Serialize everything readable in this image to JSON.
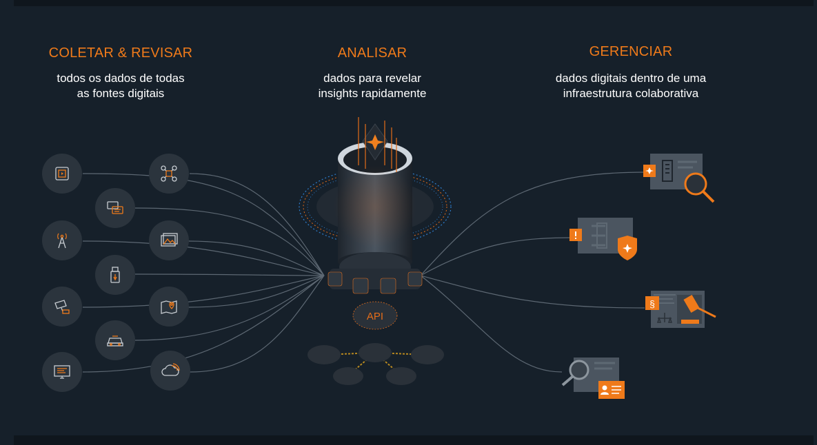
{
  "columns": [
    {
      "title": "COLETAR & REVISAR",
      "line1": "todos os dados de todas",
      "line2": "as fontes digitais"
    },
    {
      "title": "ANALISAR",
      "line1": "dados para revelar",
      "line2": "insights rapidamente"
    },
    {
      "title": "GERENCIAR",
      "line1": "dados digitais dentro de uma",
      "line2": "infraestrutura colaborativa"
    }
  ],
  "hub": {
    "api_label": "API"
  },
  "sources": [
    "mobile-video-icon",
    "drone-icon",
    "chat-messages-icon",
    "radio-tower-icon",
    "image-gallery-icon",
    "usb-drive-icon",
    "cctv-camera-icon",
    "map-location-icon",
    "vehicle-icon",
    "computer-monitor-icon",
    "cloud-icon"
  ],
  "outputs": [
    "investigation-search-card",
    "police-badge-card",
    "legal-court-card",
    "identity-search-card"
  ],
  "colors": {
    "accent": "#ef7a1a",
    "background": "#16202a",
    "circle": "#2b343d",
    "line": "#5d6873"
  }
}
